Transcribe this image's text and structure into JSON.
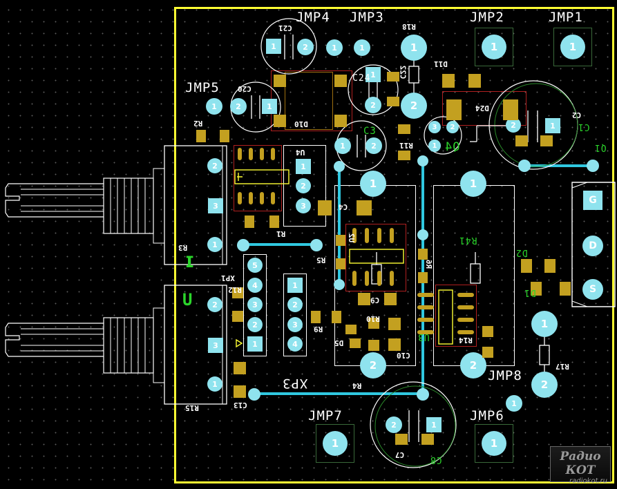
{
  "board": {
    "outline_color": "#ffff33",
    "pad_color": "#8fe3ee",
    "trace_color": "#30c8e0",
    "smd_color": "#c3a020",
    "silk_color": "#ffffff",
    "label_color": "#2bd52b"
  },
  "jumpers": {
    "jmp1": "JMP1",
    "jmp2": "JMP2",
    "jmp3": "JMP3",
    "jmp4": "JMP4",
    "jmp5": "JMP5",
    "jmp6": "JMP6",
    "jmp7": "JMP7",
    "jmp8": "JMP8"
  },
  "labels": {
    "xp3": "XP3",
    "u_big": "U",
    "i_big": "I",
    "c3": "C3",
    "c24": "C24",
    "c1": "C1",
    "q1": "Q1",
    "q4": "Q4",
    "d1": "D1",
    "d2": "D2",
    "u3": "U3",
    "c8": "C8",
    "r41": "R41",
    "g": "G",
    "d": "D",
    "s": "S"
  },
  "silk": {
    "c21": "C21",
    "c20": "C20",
    "r18": "R18",
    "d11": "D11",
    "c22": "C22",
    "r2": "R2",
    "d10": "D10",
    "c2": "C2",
    "d24": "D24",
    "r11": "R11",
    "u4": "U4",
    "c4": "C4",
    "r1": "R1",
    "r3": "R3",
    "xp1": "XP1",
    "r12": "R12",
    "u2": "U2",
    "r5": "R5",
    "r6": "R6",
    "c9": "C9",
    "r10": "R10",
    "r9": "R9",
    "d5": "D5",
    "c10": "C10",
    "r14": "R14",
    "r17": "R17",
    "r15": "R15",
    "c13": "C13",
    "r4": "R4",
    "c7": "C7"
  },
  "pads": {
    "one": "1",
    "two": "2",
    "three": "3",
    "four": "4",
    "five": "5"
  },
  "logo": {
    "title": "Радио КОТ",
    "url": "radiokot.ru"
  }
}
